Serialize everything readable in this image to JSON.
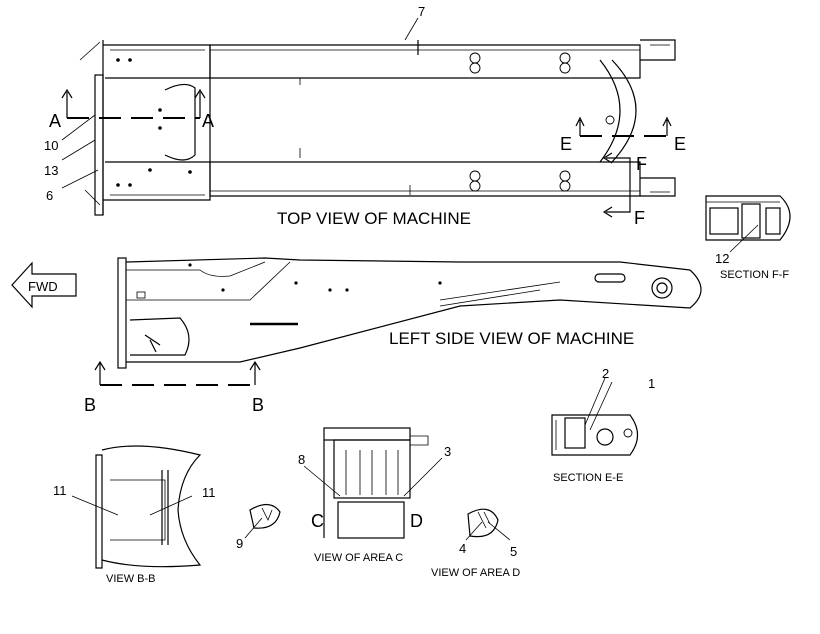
{
  "labels": {
    "top_view": "TOP VIEW OF MACHINE",
    "left_view": "LEFT SIDE VIEW OF MACHINE",
    "fwd": "FWD",
    "section_a": "A",
    "section_b": "B",
    "section_c": "C",
    "section_d": "D",
    "section_e": "E",
    "section_f": "F",
    "section_ff": "SECTION F-F",
    "section_ee": "SECTION E-E",
    "view_bb": "VIEW B-B",
    "view_area_c": "VIEW OF AREA C",
    "view_area_d": "VIEW OF AREA D"
  },
  "callouts": {
    "n1": "1",
    "n2": "2",
    "n3": "3",
    "n4": "4",
    "n5": "5",
    "n6": "6",
    "n7": "7",
    "n8": "8",
    "n9": "9",
    "n10": "10",
    "n11": "11",
    "n12": "12",
    "n13": "13"
  }
}
